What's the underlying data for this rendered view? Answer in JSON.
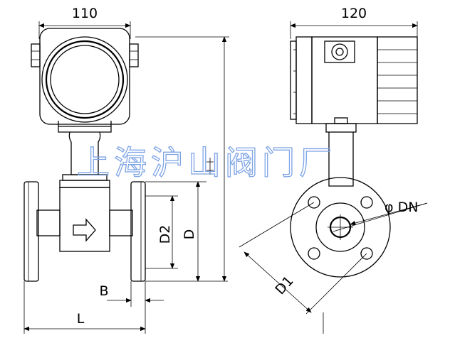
{
  "front_view": {
    "width_label": "110",
    "length_label": "L",
    "b_label": "B",
    "d2_label": "D2",
    "d_label": "D"
  },
  "side_view": {
    "width_label": "120",
    "dn_label": "φ DN",
    "d1_label": "D1"
  },
  "watermark": "上海沪山阀门厂",
  "colors": {
    "watermark": "#7ea4e6",
    "line": "#000000",
    "background": "#ffffff"
  }
}
